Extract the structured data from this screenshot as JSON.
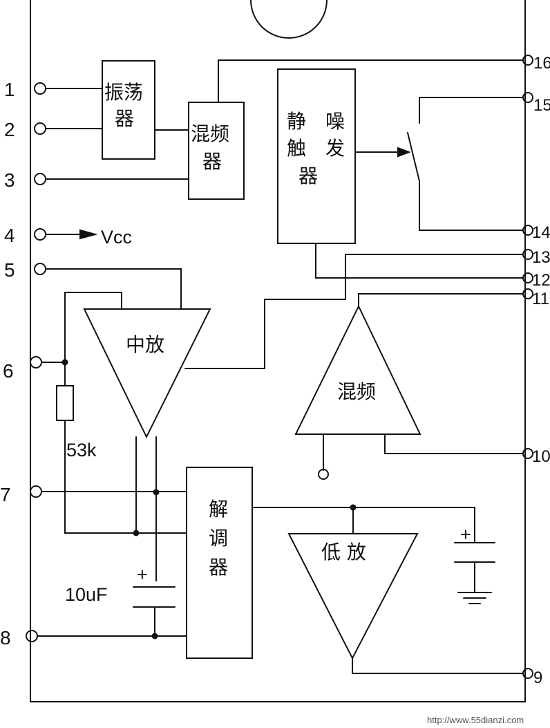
{
  "blocks": {
    "oscillator": [
      "振荡",
      "器"
    ],
    "mixer1": [
      "混频",
      "器"
    ],
    "squelch": [
      "静　噪",
      "触　发",
      "器"
    ],
    "if_amp": "中放",
    "mixer2": "混频",
    "demodulator": [
      "解",
      "调",
      "器"
    ],
    "af_amp": "低 放"
  },
  "pins_left": [
    "1",
    "2",
    "3",
    "4",
    "5",
    "6",
    "7",
    "8"
  ],
  "pins_right": [
    "16",
    "15",
    "14",
    "13",
    "12",
    "11",
    "10",
    "9"
  ],
  "vcc_label": "Vcc",
  "resistor_label": "53k",
  "capacitor_label": "10uF",
  "plus_sign": "+",
  "watermark": "http://www.55dianzi.com"
}
